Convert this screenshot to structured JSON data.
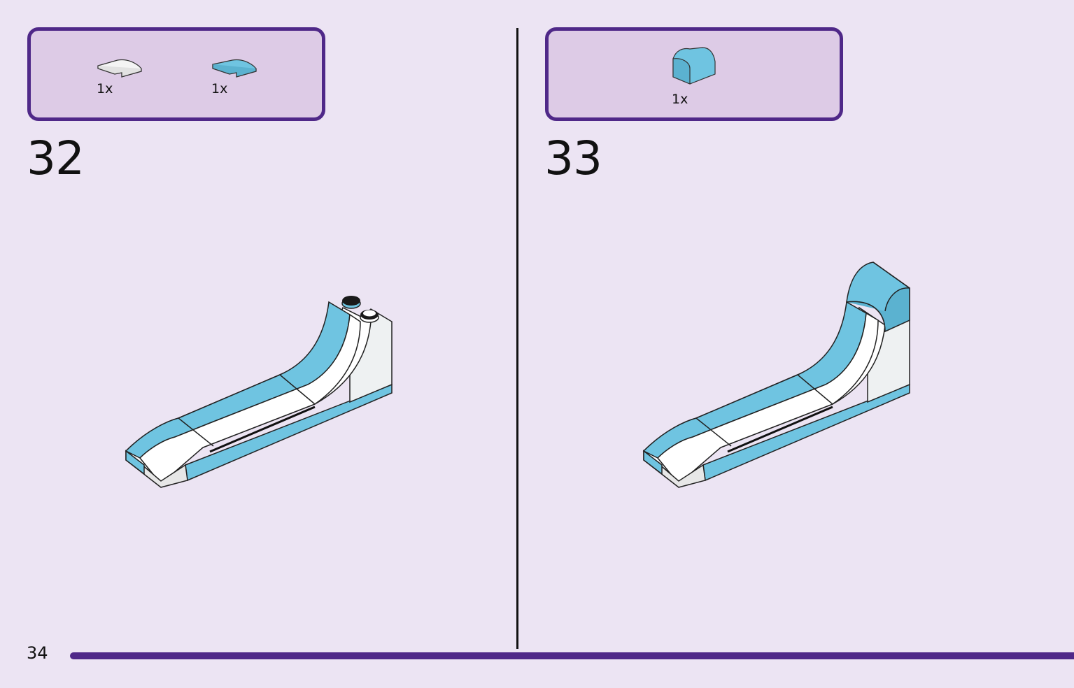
{
  "steps": [
    {
      "number": "32",
      "parts": [
        {
          "icon": "white-curved-slope-icon",
          "color": "#f4f4f4",
          "qty": "1x"
        },
        {
          "icon": "blue-curved-slope-icon",
          "color": "#6fc4e1",
          "qty": "1x"
        }
      ]
    },
    {
      "number": "33",
      "parts": [
        {
          "icon": "blue-curved-brick-icon",
          "color": "#6fc4e1",
          "qty": "1x"
        }
      ]
    }
  ],
  "page_number": "34",
  "colors": {
    "background": "#ece4f3",
    "accent": "#4f2888",
    "parts_box": "#ddcbe6",
    "brick_blue": "#6fc4e1",
    "brick_white": "#ffffff"
  }
}
